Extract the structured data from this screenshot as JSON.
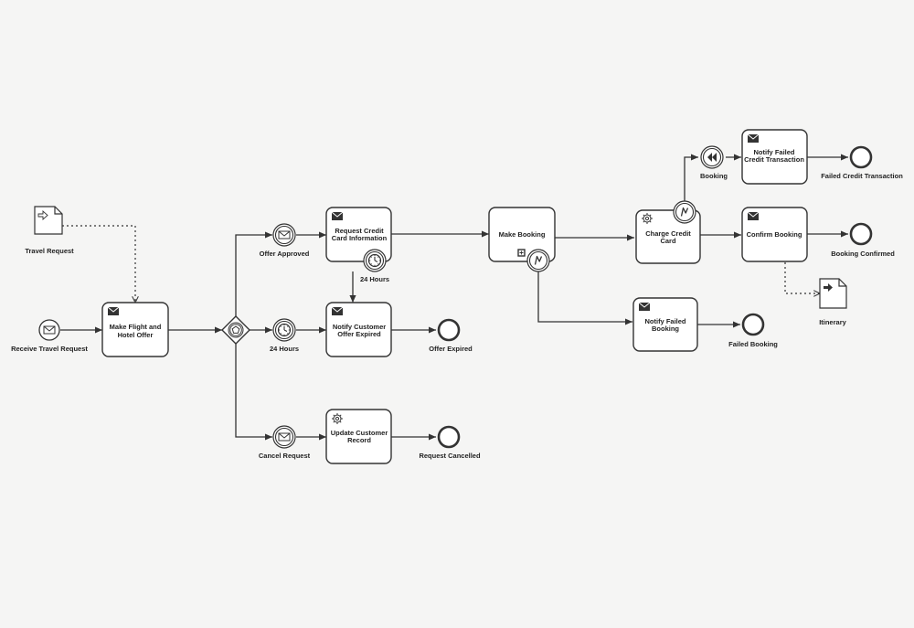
{
  "diagram": {
    "data_objects": {
      "travel_request": "Travel Request",
      "itinerary": "Itinerary"
    },
    "events": {
      "receive_travel_request": "Receive Travel Request",
      "offer_approved": "Offer Approved",
      "timer_24h_gateway": "24 Hours",
      "cancel_request": "Cancel Request",
      "timer_24h_boundary": "24 Hours",
      "offer_expired": "Offer Expired",
      "request_cancelled": "Request Cancelled",
      "booking_compensation": "Booking",
      "failed_credit_transaction": "Failed Credit Transaction",
      "booking_confirmed": "Booking Confirmed",
      "failed_booking": "Failed Booking"
    },
    "tasks": {
      "make_offer": [
        "Make Flight and",
        "Hotel Offer"
      ],
      "request_cc": [
        "Request Credit",
        "Card Information"
      ],
      "notify_expired": [
        "Notify Customer",
        "Offer Expired"
      ],
      "update_record": [
        "Update Customer",
        "Record"
      ],
      "make_booking": [
        "Make Booking"
      ],
      "charge_cc": [
        "Charge Credit",
        "Card"
      ],
      "notify_failed_cc": [
        "Notify Failed",
        "Credit Transaction"
      ],
      "confirm_booking": [
        "Confirm Booking"
      ],
      "notify_failed_booking": [
        "Notify Failed",
        "Booking"
      ]
    }
  }
}
